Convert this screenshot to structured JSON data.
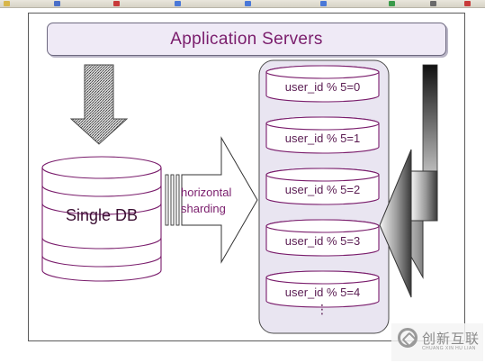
{
  "diagram": {
    "header": "Application Servers",
    "single_db_label": "Single DB",
    "arrow_label_line1": "horizontal",
    "arrow_label_line2": "sharding",
    "shards": [
      "user_id % 5=0",
      "user_id % 5=1",
      "user_id % 5=2",
      "user_id % 5=3",
      "user_id % 5=4"
    ],
    "ellipsis": "⋮"
  },
  "watermark": {
    "text": "创新互联",
    "subtext": "CHUANG XIN HU LIAN"
  },
  "colors": {
    "text_purple": "#7a1d6c",
    "cylinder_line": "#7a1d6c",
    "panel_fill": "#efeaf6"
  }
}
